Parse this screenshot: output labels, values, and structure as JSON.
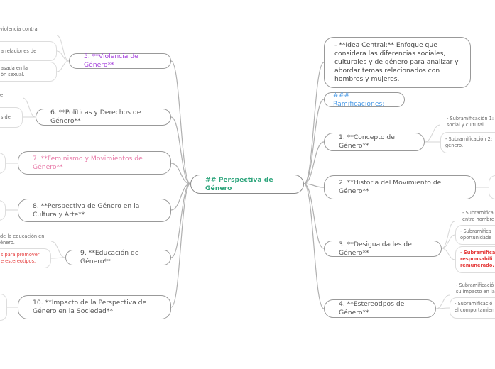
{
  "center": {
    "label": "## Perspectiva de Género",
    "color": "#2ea57c"
  },
  "right": {
    "idea": "- **Idea Central:** Enfoque que considera las diferencias sociales, culturales y de género para analizar y abordar temas relacionados con hombres y mujeres.",
    "ramificaciones": "### Ramificaciones:",
    "n1": {
      "label": "1. **Concepto de Género**",
      "subs": [
        "- Subramificación 1:",
        "social y cultural.",
        "- Subramificación 2:",
        "género."
      ]
    },
    "n2": {
      "label": "2. **Historia del Movimiento de Género**"
    },
    "n3": {
      "label": "3. **Desigualdades de Género**",
      "subs": [
        "- Subramifica",
        "entre hombre",
        "- Subramifica",
        "oportunidade",
        "- Subramifica",
        "responsabili",
        "remunerado."
      ]
    },
    "n4": {
      "label": "4. **Estereotipos de Género**",
      "subs": [
        "- Subramificació",
        "su impacto en la",
        "- Subramificació",
        "el comportamien"
      ]
    }
  },
  "left": {
    "n5": {
      "label": "5. **Violencia de Género**",
      "subs": [
        "violencia contra",
        "a relaciones de",
        "asada en la",
        "ón sexual."
      ]
    },
    "n6": {
      "label": "6. **Políticas y Derechos de Género**",
      "subs": [
        "e",
        "s de"
      ]
    },
    "n7": {
      "label": "7. **Feminismo y Movimientos de Género**"
    },
    "n8": {
      "label": "8. **Perspectiva de Género en la Cultura y Arte**"
    },
    "n9": {
      "label": "9. **Educación de Género**",
      "subs": [
        "de la educación en",
        "énero.",
        "s para promover",
        "e estereotipos."
      ]
    },
    "n10": {
      "label": "10. **Impacto de la Perspectiva de Género en la Sociedad**"
    }
  },
  "colors": {
    "purple": "#a540dd",
    "pink": "#e87aa8",
    "blue": "#4a9be8",
    "red": "#e53b3b",
    "line": "#b0b0b0"
  }
}
